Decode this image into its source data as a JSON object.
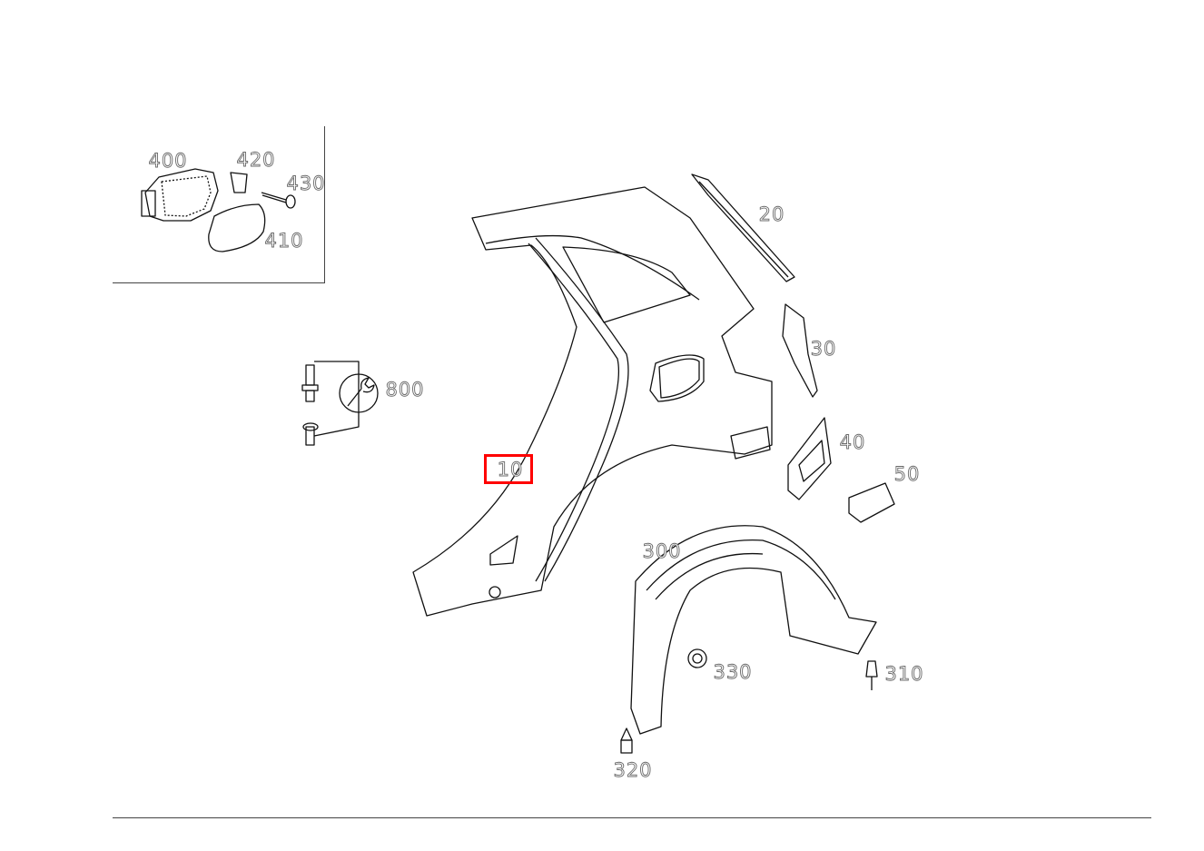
{
  "diagram": {
    "highlight_color": "#ff0000",
    "highlighted_part": "10",
    "inset": {
      "labels": [
        "400",
        "420",
        "430",
        "410"
      ]
    },
    "labels": {
      "p400": "400",
      "p420": "420",
      "p430": "430",
      "p410": "410",
      "p800": "800",
      "p10": "10",
      "p20": "20",
      "p30": "30",
      "p40": "40",
      "p50": "50",
      "p300": "300",
      "p330": "330",
      "p310": "310",
      "p320": "320"
    },
    "icons": {
      "p800": "wrench-icon"
    }
  }
}
